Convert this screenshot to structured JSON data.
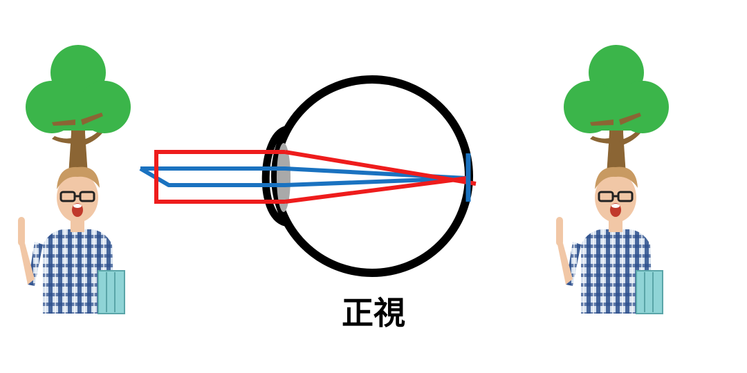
{
  "caption": "正視",
  "colors": {
    "tree_canopy": "#3bb54a",
    "tree_trunk": "#8b6534",
    "eyeball_outline": "#000000",
    "lens": "#a9a9a9",
    "ray_far_object": "#ee1c1c",
    "ray_near_object": "#1a72c0",
    "retina": "#1a72c0",
    "shirt_blue": "#2c4f8c",
    "shirt_light": "#d7e2ef",
    "skin": "#f1c7a6",
    "hair": "#c89a62",
    "glasses": "#222222",
    "books": "#8fd4d6"
  },
  "icons": {
    "left_tree": "tree-icon",
    "right_tree": "tree-icon",
    "left_person": "child-with-glasses-pointing-up",
    "right_person": "child-with-glasses-pointing-up",
    "eye": "eyeball-cross-section"
  }
}
